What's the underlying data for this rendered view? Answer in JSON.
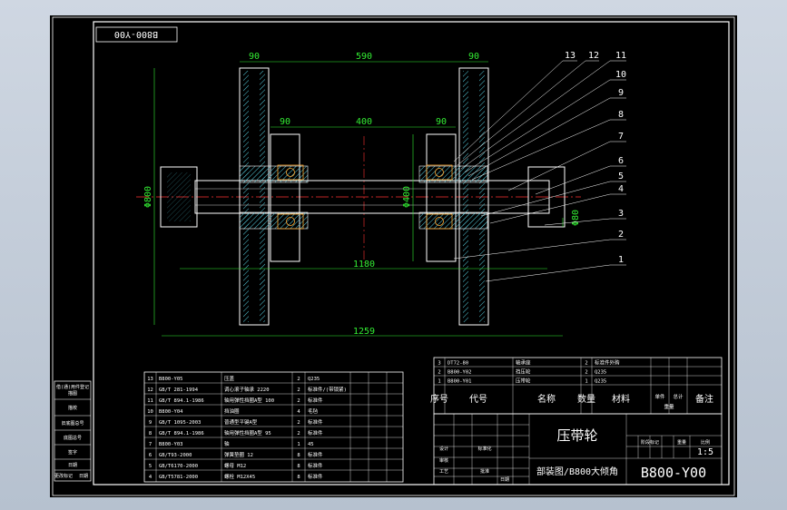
{
  "drawing": {
    "corner_stamp": "B800-Y00",
    "title_cn": "压带轮",
    "subtitle": "部装图/B800大倾角",
    "drawing_no": "B800-Y00",
    "scale": "1:5"
  },
  "dimensions": {
    "top_overall": "590",
    "left_flange": "90",
    "right_flange": "90",
    "hub_span": "400",
    "hub_left": "90",
    "hub_right": "90",
    "left_dia": "Φ800",
    "mid_dia": "Φ400",
    "shaft_right": "Φ80",
    "shaft_span": "1180",
    "overall_len": "1259"
  },
  "leaders": [
    "13",
    "12",
    "11",
    "10",
    "9",
    "8",
    "7",
    "6",
    "5",
    "4",
    "3",
    "2",
    "1"
  ],
  "parts_upper": [
    {
      "no": "3",
      "code": "DT72-80",
      "name": "轴承座",
      "qty": "2",
      "mat": "标准件外购"
    },
    {
      "no": "2",
      "code": "B800-Y02",
      "name": "挡压轮",
      "qty": "2",
      "mat": "Q235"
    },
    {
      "no": "1",
      "code": "B800-Y01",
      "name": "压带轮",
      "qty": "1",
      "mat": "Q235"
    }
  ],
  "header_row": {
    "no": "序号",
    "code": "代号",
    "name": "名称",
    "qty": "数量",
    "mat": "材料",
    "w1": "单件",
    "w2": "总计",
    "weight": "重量",
    "remark": "备注"
  },
  "parts_lower": [
    {
      "no": "13",
      "code": "B800-Y05",
      "name": "压盖",
      "qty": "2",
      "mat": "Q235"
    },
    {
      "no": "12",
      "code": "GB/T 281-1994",
      "name": "调心滚子轴承 2220",
      "qty": "2",
      "mat": "标准件/(带锁紧)"
    },
    {
      "no": "11",
      "code": "GB/T 894.1-1986",
      "name": "轴用弹性挡圈A型 100",
      "qty": "2",
      "mat": "标准件"
    },
    {
      "no": "10",
      "code": "B800-Y04",
      "name": "挡油圈",
      "qty": "4",
      "mat": "毛毡"
    },
    {
      "no": "9",
      "code": "GB/T 1095-2003",
      "name": "普通型平键A型",
      "qty": "2",
      "mat": "标准件"
    },
    {
      "no": "8",
      "code": "GB/T 894.1-1986",
      "name": "轴用弹性挡圈A型 95",
      "qty": "2",
      "mat": "标准件"
    },
    {
      "no": "7",
      "code": "B800-Y03",
      "name": "轴",
      "qty": "1",
      "mat": "45"
    },
    {
      "no": "6",
      "code": "GB/T93-2000",
      "name": "弹簧垫圈 12",
      "qty": "8",
      "mat": "标准件"
    },
    {
      "no": "5",
      "code": "GB/T6170-2000",
      "name": "螺母 M12",
      "qty": "8",
      "mat": "标准件"
    },
    {
      "no": "4",
      "code": "GB/T5781-2000",
      "name": "螺栓 M12X45",
      "qty": "8",
      "mat": "标准件"
    }
  ],
  "left_stamp": [
    "借(通)用件登记",
    "描图",
    "描校",
    "旧底图总号",
    "底图总号",
    "签字",
    "日期",
    "更改标记",
    "日期"
  ],
  "title_block_small": {
    "designer": "设计",
    "std": "标准化",
    "date": "日期",
    "stage": "阶段标记",
    "weight": "重量",
    "ratio": "比例",
    "check": "审核",
    "process": "工艺",
    "approve": "批准"
  },
  "colors": {
    "paper": "#000000",
    "line": "#ffffff",
    "dim": "#33ee33",
    "center": "#ff3333",
    "hatch": "#55ccdd",
    "outline": "#ffffff",
    "bolt": "#ffaa33"
  }
}
